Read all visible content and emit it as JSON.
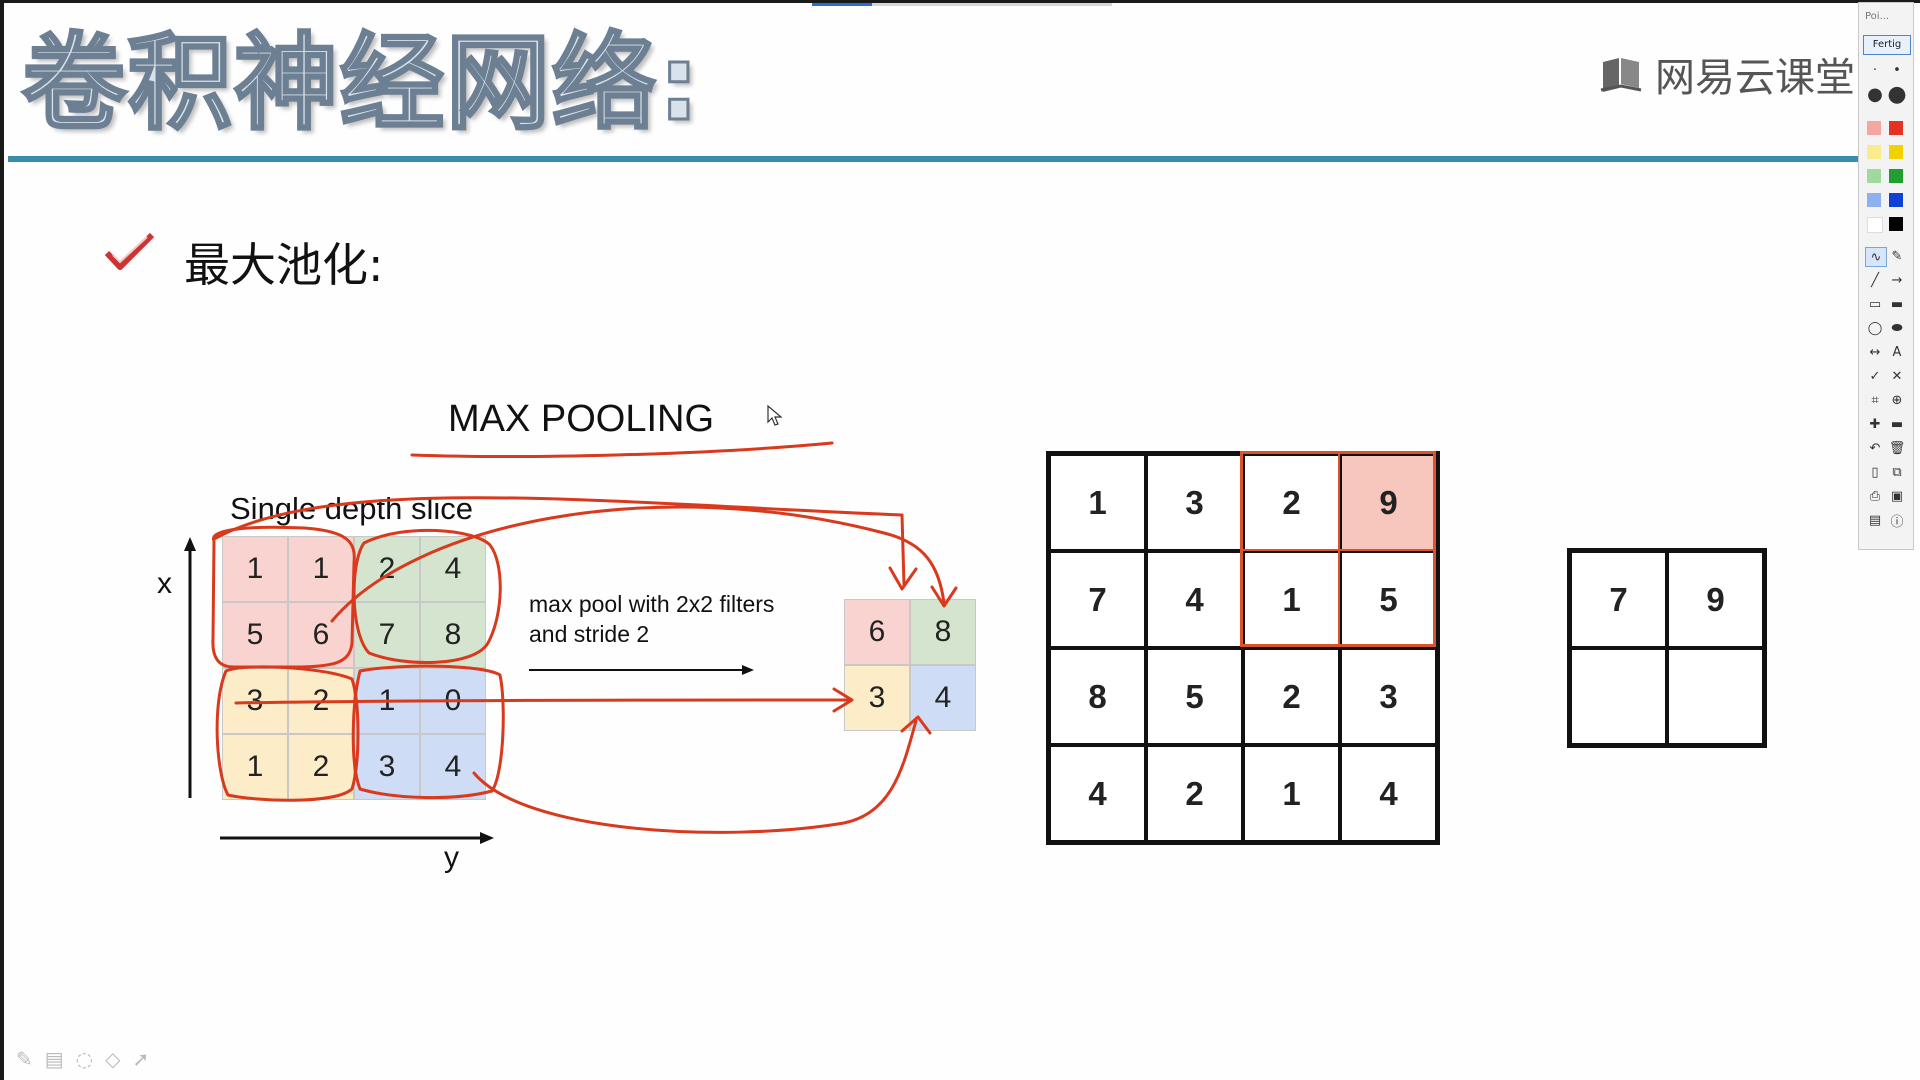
{
  "slide": {
    "title": "卷积神经网络:",
    "brand": "网易云课堂",
    "bullet_text": "最大池化:"
  },
  "figure": {
    "title": "MAX POOLING",
    "slice_label": "Single depth slice",
    "x_axis_label": "x",
    "y_axis_label": "y",
    "operation_line1": "max pool with 2x2 filters",
    "operation_line2": "and stride 2",
    "input_grid": [
      [
        "1",
        "1",
        "2",
        "4"
      ],
      [
        "5",
        "6",
        "7",
        "8"
      ],
      [
        "3",
        "2",
        "1",
        "0"
      ],
      [
        "1",
        "2",
        "3",
        "4"
      ]
    ],
    "output_grid": [
      [
        "6",
        "8"
      ],
      [
        "3",
        "4"
      ]
    ],
    "quadrant_colors": {
      "top_left": "#f8d3d0",
      "top_right": "#d5e4cf",
      "bottom_left": "#fdecc8",
      "bottom_right": "#cfdcf5"
    }
  },
  "example": {
    "grid": [
      [
        "1",
        "3",
        "2",
        "9"
      ],
      [
        "7",
        "4",
        "1",
        "5"
      ],
      [
        "8",
        "5",
        "2",
        "3"
      ],
      [
        "4",
        "2",
        "1",
        "4"
      ]
    ],
    "highlight_color": "#f7c6bd",
    "result_grid": [
      [
        "7",
        "9"
      ],
      [
        "",
        ""
      ]
    ]
  },
  "annotation_color": "#d9391d",
  "toolbar": {
    "caption": "Poi...",
    "mode": "Fertig",
    "palette": [
      "#f3a7a0",
      "#e53323",
      "#f9ec8e",
      "#f2d200",
      "#9fd99e",
      "#1f9e32",
      "#8fb0f0",
      "#1140d8",
      "#ffffff",
      "#000000"
    ],
    "buttons": [
      {
        "name": "freehand-icon",
        "glyph": "∿"
      },
      {
        "name": "pen-icon",
        "glyph": "✎"
      },
      {
        "name": "line-icon",
        "glyph": "╱"
      },
      {
        "name": "arrow-icon",
        "glyph": "→"
      },
      {
        "name": "rectangle-icon",
        "glyph": "▭"
      },
      {
        "name": "filled-rectangle-icon",
        "glyph": "▬"
      },
      {
        "name": "ellipse-icon",
        "glyph": "◯"
      },
      {
        "name": "filled-ellipse-icon",
        "glyph": "⬬"
      },
      {
        "name": "double-arrow-icon",
        "glyph": "↔"
      },
      {
        "name": "text-icon",
        "glyph": "A"
      },
      {
        "name": "check-icon",
        "glyph": "✓"
      },
      {
        "name": "cross-icon",
        "glyph": "✕"
      },
      {
        "name": "crop-icon",
        "glyph": "⌗"
      },
      {
        "name": "zoom-icon",
        "glyph": "⊕"
      },
      {
        "name": "plus-icon",
        "glyph": "✚"
      },
      {
        "name": "minus-icon",
        "glyph": "▬"
      },
      {
        "name": "undo-icon",
        "glyph": "↶"
      },
      {
        "name": "trash-icon",
        "glyph": "🗑"
      },
      {
        "name": "new-page-icon",
        "glyph": "▯"
      },
      {
        "name": "copy-icon",
        "glyph": "⧉"
      },
      {
        "name": "print-icon",
        "glyph": "⎙"
      },
      {
        "name": "save-icon",
        "glyph": "▣"
      },
      {
        "name": "screen-icon",
        "glyph": "▤"
      },
      {
        "name": "info-icon",
        "glyph": "ⓘ"
      }
    ]
  },
  "bottom_tools": [
    {
      "name": "pen-tool-icon",
      "glyph": "✎"
    },
    {
      "name": "screen-tool-icon",
      "glyph": "▤"
    },
    {
      "name": "eraser-circle-icon",
      "glyph": "◌"
    },
    {
      "name": "eraser-icon",
      "glyph": "◇"
    },
    {
      "name": "pointer-icon",
      "glyph": "➚"
    }
  ]
}
